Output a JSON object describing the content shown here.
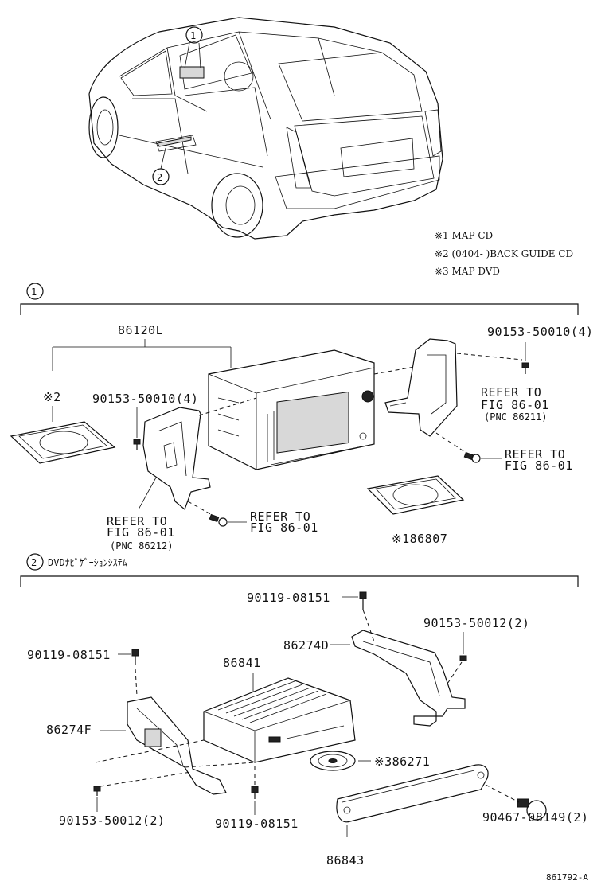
{
  "notes": [
    "※1 MAP CD",
    "※2 (0404-    )BACK GUIDE CD",
    "※3 MAP DVD"
  ],
  "callouts": {
    "c1": "1",
    "c2": "2"
  },
  "section1": {
    "number": "1",
    "part_main": "86120L",
    "asterisk2": "※2",
    "screw_left": "90153-50010(4)",
    "screw_right": "90153-50010(4)",
    "refer_right_top": [
      "REFER TO",
      "FIG 86-01",
      "(PNC 86211)"
    ],
    "refer_right_bottom": [
      "REFER TO",
      "FIG 86-01"
    ],
    "refer_left": [
      "REFER TO",
      "FIG 86-01",
      "(PNC 86212)"
    ],
    "refer_mid": [
      "REFER TO",
      "FIG 86-01"
    ],
    "part_disc": "※186807"
  },
  "section2": {
    "number": "2",
    "title": "DVDﾅﾋﾞｹﾞｰｼｮﾝｼｽﾃﾑ",
    "bolt_top": "90119-08151",
    "bolt_left": "90119-08151",
    "bolt_bottom": "90119-08151",
    "screw_right": "90153-50012(2)",
    "screw_left_bottom": "90153-50012(2)",
    "bracket_right": "86274D",
    "bracket_left": "86274F",
    "unit": "86841",
    "dvd": "※386271",
    "cover": "86843",
    "clip": "90467-08149(2)"
  },
  "figure_id": "861792-A"
}
